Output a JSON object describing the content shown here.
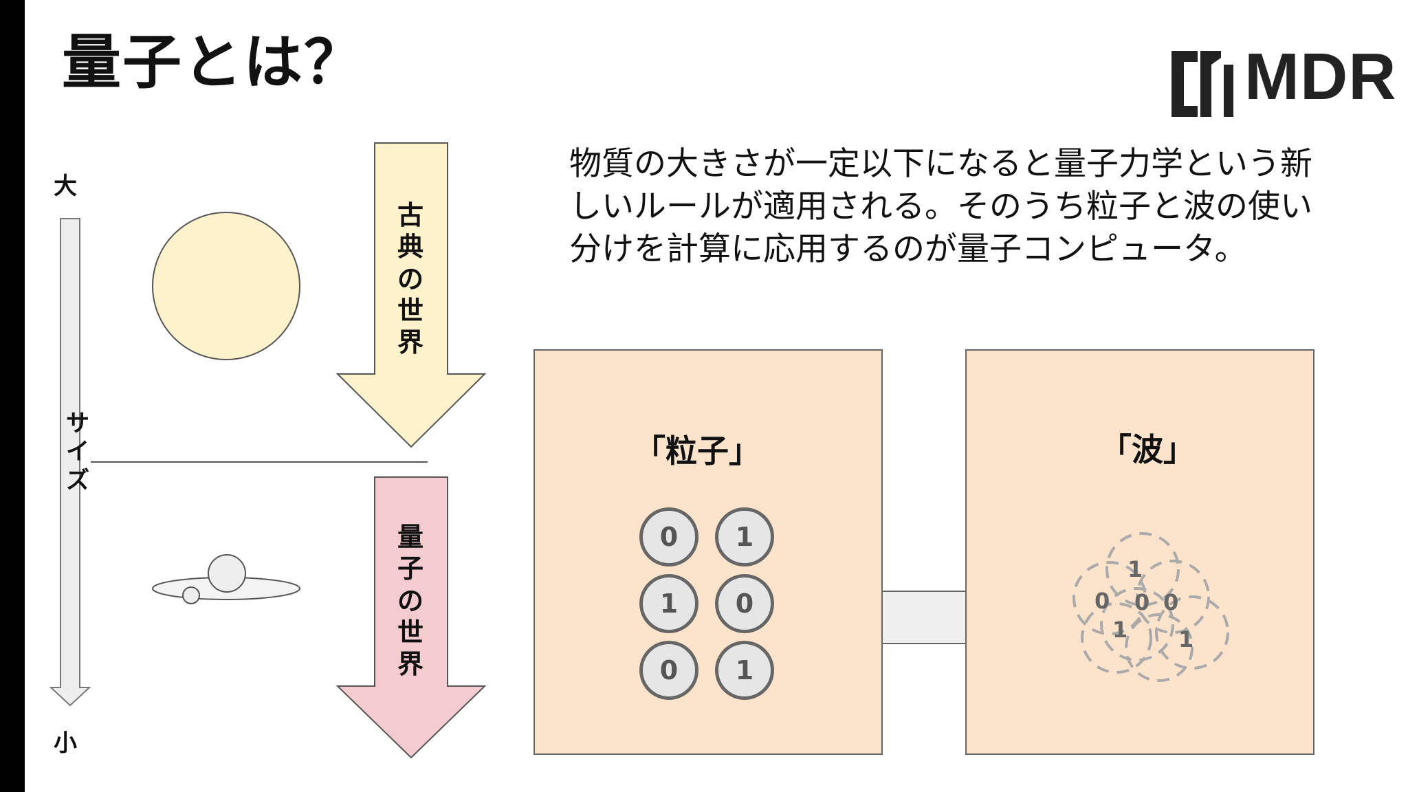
{
  "slide": {
    "title": "量子とは？",
    "logo_text": "MDR",
    "size_axis": {
      "top_label": "大",
      "middle_label": [
        "サ",
        "イ",
        "ズ"
      ],
      "bottom_label": "小"
    },
    "classical_world": [
      "古",
      "典",
      "の",
      "世",
      "界"
    ],
    "quantum_world": [
      "量",
      "子",
      "の",
      "世",
      "界"
    ],
    "description": "物質の大きさが一定以下になると量子力学という新しいルールが適用される。そのうち粒子と波の使い分けを計算に応用するのが量子コンピュータ。",
    "particle_panel": {
      "label": "「粒子」",
      "bits": [
        "0",
        "1",
        "1",
        "0",
        "0",
        "1"
      ]
    },
    "wave_panel": {
      "label": "「波」",
      "bits": [
        "1",
        "0",
        "0",
        "0",
        "1",
        "1"
      ]
    },
    "colors": {
      "classical_arrow": "#fef2cc",
      "quantum_arrow": "#f4ccd0",
      "panel_fill": "#fce3cc",
      "sun_fill": "#fef2cc",
      "accent_dark": "#222222"
    }
  }
}
